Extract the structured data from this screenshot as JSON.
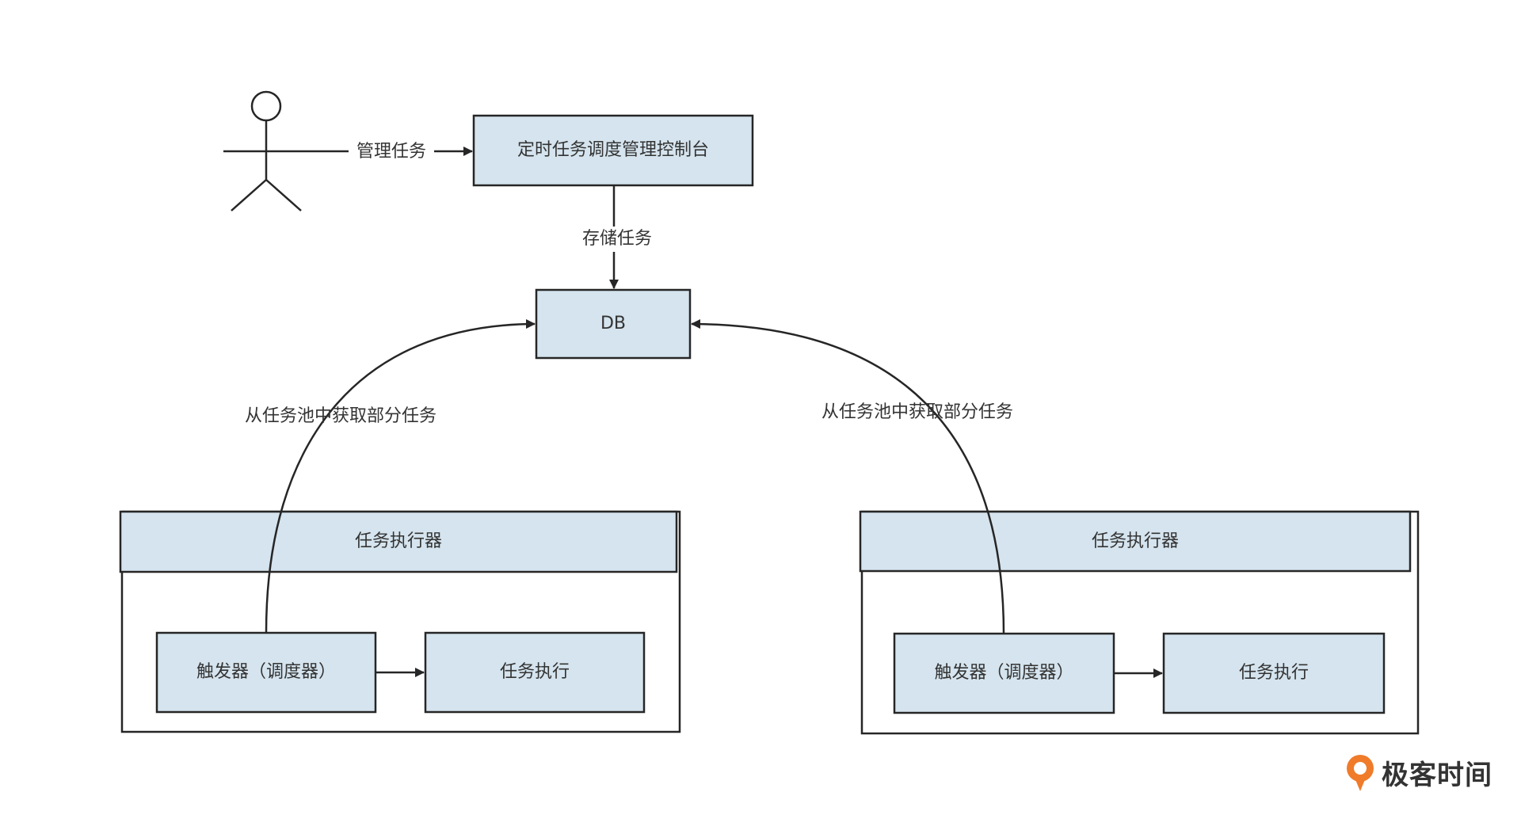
{
  "colors": {
    "box_fill": "#d5e4ee",
    "stroke": "#262626",
    "text": "#333333",
    "brand_orange": "#f07b2a"
  },
  "actor": {
    "icon": "stick-figure-icon"
  },
  "nodes": {
    "console": "定时任务调度管理控制台",
    "db": "DB",
    "left_executor": {
      "title": "任务执行器",
      "trigger": "触发器（调度器）",
      "task": "任务执行"
    },
    "right_executor": {
      "title": "任务执行器",
      "trigger": "触发器（调度器）",
      "task": "任务执行"
    }
  },
  "edges": {
    "manage": "管理任务",
    "store": "存储任务",
    "fetch_left": "从任务池中获取部分任务",
    "fetch_right": "从任务池中获取部分任务"
  },
  "watermark": {
    "icon": "geektime-logo-icon",
    "text": "极客时间"
  }
}
